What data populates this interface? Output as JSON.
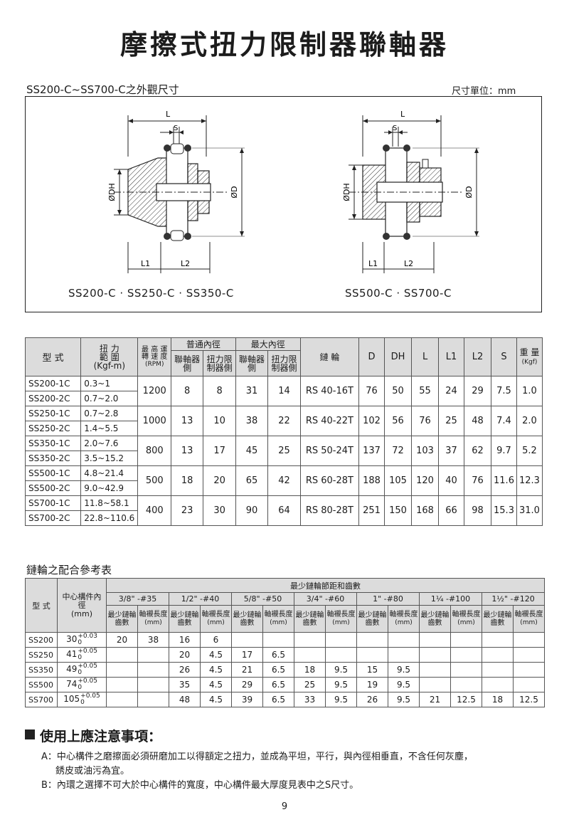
{
  "title": "摩擦式扭力限制器聯軸器",
  "subtitle": "SS200-C~SS700-C之外觀尺寸",
  "unit_label": "尺寸單位：mm",
  "drawing": {
    "left_caption": "SS200-C · SS250-C · SS350-C",
    "right_caption": "SS500-C · SS700-C",
    "labels": {
      "L": "L",
      "S": "S",
      "DH": "ØDH",
      "D": "ØD",
      "L1": "L1",
      "L2": "L2"
    }
  },
  "spec_table": {
    "headers": {
      "model": "型 式",
      "torque": "扭 力",
      "torque_range": "範 圍",
      "torque_unit": "(Kgf-m)",
      "speed": "最 高 運 轉 速 度",
      "speed_unit": "(RPM)",
      "normal_bore": "普通內徑",
      "max_bore": "最大內徑",
      "coupling_side": "聯軸器側",
      "limiter_side": "扭力限制器側",
      "sprocket": "鏈 輪",
      "D": "D",
      "DH": "DH",
      "L": "L",
      "L1": "L1",
      "L2": "L2",
      "S": "S",
      "weight": "重 量",
      "weight_unit": "(Kgf)"
    },
    "groups": [
      {
        "models": [
          "SS200-1C",
          "SS200-2C"
        ],
        "torque": [
          "0.3~1",
          "0.7~2.0"
        ],
        "rpm": "1200",
        "normal_coupling": "8",
        "normal_limiter": "8",
        "max_coupling": "31",
        "max_limiter": "14",
        "sprocket": "RS 40-16T",
        "D": "76",
        "DH": "50",
        "L": "55",
        "L1": "24",
        "L2": "29",
        "S": "7.5",
        "weight": "1.0"
      },
      {
        "models": [
          "SS250-1C",
          "SS250-2C"
        ],
        "torque": [
          "0.7~2.8",
          "1.4~5.5"
        ],
        "rpm": "1000",
        "normal_coupling": "13",
        "normal_limiter": "10",
        "max_coupling": "38",
        "max_limiter": "22",
        "sprocket": "RS 40-22T",
        "D": "102",
        "DH": "56",
        "L": "76",
        "L1": "25",
        "L2": "48",
        "S": "7.4",
        "weight": "2.0"
      },
      {
        "models": [
          "SS350-1C",
          "SS350-2C"
        ],
        "torque": [
          "2.0~7.6",
          "3.5~15.2"
        ],
        "rpm": "800",
        "normal_coupling": "13",
        "normal_limiter": "17",
        "max_coupling": "45",
        "max_limiter": "25",
        "sprocket": "RS 50-24T",
        "D": "137",
        "DH": "72",
        "L": "103",
        "L1": "37",
        "L2": "62",
        "S": "9.7",
        "weight": "5.2"
      },
      {
        "models": [
          "SS500-1C",
          "SS500-2C"
        ],
        "torque": [
          "4.8~21.4",
          "9.0~42.9"
        ],
        "rpm": "500",
        "normal_coupling": "18",
        "normal_limiter": "20",
        "max_coupling": "65",
        "max_limiter": "42",
        "sprocket": "RS 60-28T",
        "D": "188",
        "DH": "105",
        "L": "120",
        "L1": "40",
        "L2": "76",
        "S": "11.6",
        "weight": "12.3"
      },
      {
        "models": [
          "SS700-1C",
          "SS700-2C"
        ],
        "torque": [
          "11.8~58.1",
          "22.8~110.6"
        ],
        "rpm": "400",
        "normal_coupling": "23",
        "normal_limiter": "30",
        "max_coupling": "90",
        "max_limiter": "64",
        "sprocket": "RS 80-28T",
        "D": "251",
        "DH": "150",
        "L": "168",
        "L1": "66",
        "L2": "98",
        "S": "15.3",
        "weight": "31.0"
      }
    ]
  },
  "chain_table": {
    "title": "鏈輪之配合參考表",
    "headers": {
      "model": "型 式",
      "bore": "中心構件內徑",
      "bore_unit": "(mm)",
      "min_group": "最少鏈輪節距和齒數",
      "sizes": [
        "3/8\" -#35",
        "1/2\" -#40",
        "5/8\" -#50",
        "3/4\" -#60",
        "1\" -#80",
        "1¼ -#100",
        "1½\" -#120"
      ],
      "teeth": "最少鏈輪齒數",
      "hub_len": "軸襯長度",
      "hub_unit": "(mm)"
    },
    "rows": [
      {
        "model": "SS200",
        "bore": "30",
        "tol_up": "+0.03",
        "tol_low": "0",
        "cells": [
          "20",
          "38",
          "16",
          "6",
          "",
          "",
          "",
          "",
          "",
          "",
          "",
          "",
          "",
          ""
        ]
      },
      {
        "model": "SS250",
        "bore": "41",
        "tol_up": "+0.05",
        "tol_low": "0",
        "cells": [
          "",
          "",
          "20",
          "4.5",
          "17",
          "6.5",
          "",
          "",
          "",
          "",
          "",
          "",
          "",
          ""
        ]
      },
      {
        "model": "SS350",
        "bore": "49",
        "tol_up": "+0.05",
        "tol_low": "0",
        "cells": [
          "",
          "",
          "26",
          "4.5",
          "21",
          "6.5",
          "18",
          "9.5",
          "15",
          "9.5",
          "",
          "",
          "",
          ""
        ]
      },
      {
        "model": "SS500",
        "bore": "74",
        "tol_up": "+0.05",
        "tol_low": "0",
        "cells": [
          "",
          "",
          "35",
          "4.5",
          "29",
          "6.5",
          "25",
          "9.5",
          "19",
          "9.5",
          "",
          "",
          "",
          ""
        ]
      },
      {
        "model": "SS700",
        "bore": "105",
        "tol_up": "+0.05",
        "tol_low": "0",
        "cells": [
          "",
          "",
          "48",
          "4.5",
          "39",
          "6.5",
          "33",
          "9.5",
          "26",
          "9.5",
          "21",
          "12.5",
          "18",
          "12.5"
        ]
      }
    ]
  },
  "notes": {
    "title": "使用上應注意事項：",
    "items": [
      {
        "label": "A：",
        "text": "中心構件之磨擦面必須研磨加工以得額定之扭力，並成為平坦，平行，與內徑相垂直，不含任何灰塵，",
        "cont": "銹皮或油污為宜。"
      },
      {
        "label": "B：",
        "text": "內環之選擇不可大於中心構件的寬度，中心構件最大厚度見表中之S尺寸。",
        "cont": ""
      }
    ]
  },
  "page_number": "9"
}
